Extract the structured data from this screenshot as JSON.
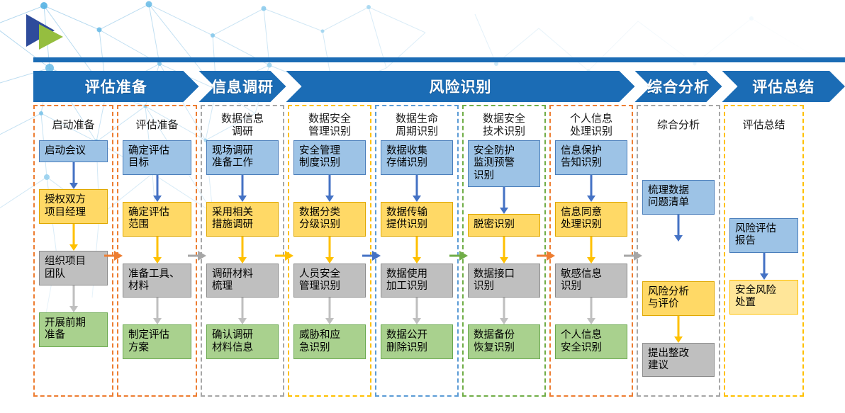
{
  "logo": {
    "name": "play-triangle-logo",
    "dark_color": "#2e4b9b",
    "green_color": "#95be3f"
  },
  "banner": {
    "bar_color": "#1b6cb5",
    "stages": [
      {
        "label": "评估准备",
        "span": 2
      },
      {
        "label": "信息调研",
        "span": 1
      },
      {
        "label": "风险识别",
        "span": 4
      },
      {
        "label": "综合分析",
        "span": 1
      },
      {
        "label": "评估总结",
        "span": 1
      }
    ]
  },
  "palette": {
    "blue_box": "#9dc3e6",
    "amber_box": "#ffd966",
    "gray_box": "#bfbfbf",
    "green_box": "#a9d18e",
    "amber_light_box": "#ffe699",
    "border_orange": "#ed7d31",
    "border_gray": "#a6a6a6",
    "border_yellow": "#ffc000",
    "border_blue": "#5b9bd5",
    "border_green": "#70ad47"
  },
  "connectors": [
    {
      "color": "#ed7d31"
    },
    {
      "color": "#a6a6a6"
    },
    {
      "color": "#ffc000"
    },
    {
      "color": "#4472c4"
    },
    {
      "color": "#70ad47"
    },
    {
      "color": "#ed7d31"
    },
    {
      "color": "#a6a6a6"
    }
  ],
  "columns": [
    {
      "title": "启动准备",
      "border": "#ed7d31",
      "width": 113,
      "nodes": [
        {
          "label": "启动会议",
          "style": "n-blue",
          "arrow": "#4472c4"
        },
        {
          "label": "授权双方\n项目经理",
          "style": "n-amber",
          "arrow": "#ffc000"
        },
        {
          "label": "组织项目\n团队",
          "style": "n-gray",
          "arrow": "#bfbfbf"
        },
        {
          "label": "开展前期\n准备",
          "style": "n-green",
          "arrow": null
        }
      ]
    },
    {
      "title": "评估准备",
      "border": "#ed7d31",
      "width": 113,
      "nodes": [
        {
          "label": "确定评估\n目标",
          "style": "n-blue",
          "arrow": "#4472c4"
        },
        {
          "label": "确定评估\n范围",
          "style": "n-amber",
          "arrow": "#ffc000"
        },
        {
          "label": "准备工具、\n材料",
          "style": "n-gray",
          "arrow": "#bfbfbf"
        },
        {
          "label": "制定评估\n方案",
          "style": "n-green",
          "arrow": null
        }
      ]
    },
    {
      "title": "数据信息\n调研",
      "border": "#a6a6a6",
      "width": 118,
      "nodes": [
        {
          "label": "现场调研\n准备工作",
          "style": "n-blue",
          "arrow": "#4472c4"
        },
        {
          "label": "采用相关\n措施调研",
          "style": "n-amber",
          "arrow": "#ffc000"
        },
        {
          "label": "调研材料\n梳理",
          "style": "n-gray",
          "arrow": "#bfbfbf"
        },
        {
          "label": "确认调研\n材料信息",
          "style": "n-green",
          "arrow": null
        }
      ]
    },
    {
      "title": "数据安全\n管理识别",
      "border": "#ffc000",
      "width": 118,
      "nodes": [
        {
          "label": "安全管理\n制度识别",
          "style": "n-blue",
          "arrow": "#4472c4"
        },
        {
          "label": "数据分类\n分级识别",
          "style": "n-amber",
          "arrow": "#ffc000"
        },
        {
          "label": "人员安全\n管理识别",
          "style": "n-gray",
          "arrow": "#bfbfbf"
        },
        {
          "label": "威胁和应\n急识别",
          "style": "n-green",
          "arrow": null
        }
      ]
    },
    {
      "title": "数据生命\n周期识别",
      "border": "#5b9bd5",
      "width": 118,
      "nodes": [
        {
          "label": "数据收集\n存储识别",
          "style": "n-blue",
          "arrow": "#4472c4"
        },
        {
          "label": "数据传输\n提供识别",
          "style": "n-amber",
          "arrow": "#ffc000"
        },
        {
          "label": "数据使用\n加工识别",
          "style": "n-gray",
          "arrow": "#bfbfbf"
        },
        {
          "label": "数据公开\n删除识别",
          "style": "n-green",
          "arrow": null
        }
      ]
    },
    {
      "title": "数据安全\n技术识别",
      "border": "#70ad47",
      "width": 118,
      "nodes": [
        {
          "label": "安全防护\n监测预警\n识别",
          "style": "n-blue",
          "arrow": "#4472c4"
        },
        {
          "label": "脱密识别",
          "style": "n-amber",
          "arrow": "#ffc000"
        },
        {
          "label": "数据接口\n识别",
          "style": "n-gray",
          "arrow": "#bfbfbf"
        },
        {
          "label": "数据备份\n恢复识别",
          "style": "n-green",
          "arrow": null
        }
      ]
    },
    {
      "title": "个人信息\n处理识别",
      "border": "#ed7d31",
      "width": 118,
      "nodes": [
        {
          "label": "信息保护\n告知识别",
          "style": "n-blue",
          "arrow": "#4472c4"
        },
        {
          "label": "信息同意\n处理识别",
          "style": "n-amber",
          "arrow": "#ffc000"
        },
        {
          "label": "敏感信息\n识别",
          "style": "n-gray",
          "arrow": "#bfbfbf"
        },
        {
          "label": "个人信息\n安全识别",
          "style": "n-green",
          "arrow": null
        }
      ]
    },
    {
      "title": "综合分析",
      "border": "#a6a6a6",
      "width": 118,
      "nodes": [
        {
          "label": "梳理数据\n问题清单",
          "style": "n-blue",
          "arrow": "#4472c4",
          "gap": 56
        },
        {
          "label": "风险分析\n与评价",
          "style": "n-amber",
          "arrow": "#ffc000",
          "gap": 56
        },
        {
          "label": "提出整改\n建议",
          "style": "n-gray",
          "arrow": null
        }
      ]
    },
    {
      "title": "评估总结",
      "border": "#ffc000",
      "width": 113,
      "nodes": [
        {
          "label": "风险评估\n报告",
          "style": "n-blue",
          "arrow": "#4472c4",
          "gap": 110
        },
        {
          "label": "安全风险\n处置",
          "style": "n-amber-lt",
          "arrow": null
        }
      ]
    }
  ]
}
